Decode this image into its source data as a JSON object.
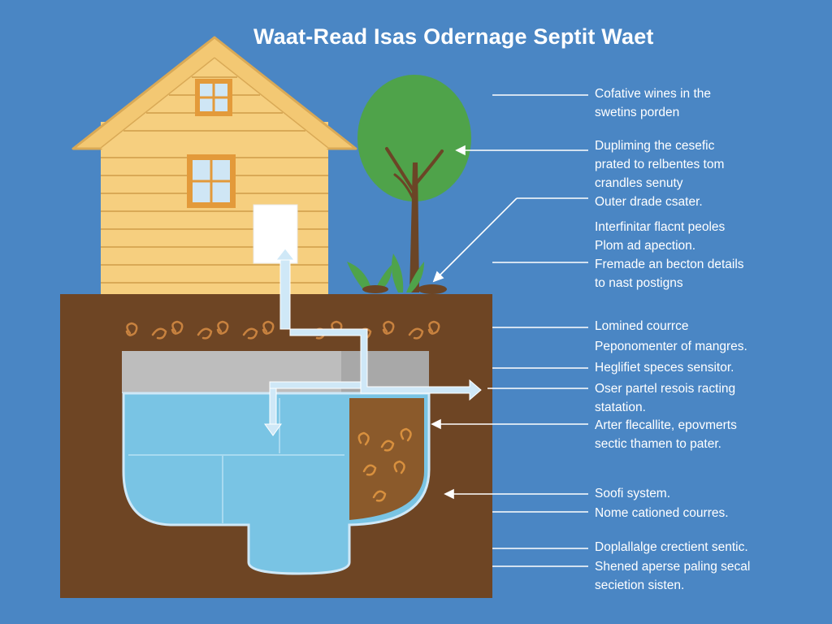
{
  "title": "Waat-Read Isas Odernage Septit Waet",
  "colors": {
    "background": "#4a86c4",
    "house_wall": "#f6cf7f",
    "house_siding": "#d9a956",
    "roof": "#f3c873",
    "window_frame": "#e39a3a",
    "window_glass": "#cfe6f5",
    "soil": "#6e4524",
    "gravel": "#bdbdbd",
    "water": "#79c4e4",
    "foliage": "#4fa34a",
    "trunk": "#6b4526",
    "pipe": "#cfe8f7"
  },
  "icons": [
    "arrow-up-icon",
    "arrow-down-icon",
    "arrow-right-icon",
    "arrow-left-icon"
  ],
  "labels": [
    {
      "lines": [
        "Cofative wines in the",
        "swetins porden"
      ]
    },
    {
      "lines": [
        "Dupliming the cesefic",
        "prated to relbentes tom",
        "crandles senuty",
        "Outer drade csater."
      ]
    },
    {
      "lines": [
        "Interfinitar flacnt peoles",
        "Plom ad apection.",
        "Fremade an becton details",
        "to nast postigns"
      ]
    },
    {
      "lines": [
        "Lomined courrce"
      ]
    },
    {
      "lines": [
        "Peponomenter of mangres."
      ]
    },
    {
      "lines": [
        "Heglifiet speces sensitor."
      ]
    },
    {
      "lines": [
        "Oser partel resois racting",
        "statation."
      ]
    },
    {
      "lines": [
        "Arter flecallite, epovmerts",
        "sectic thamen to pater."
      ]
    },
    {
      "lines": [
        "Soofi system."
      ]
    },
    {
      "lines": [
        "Nome cationed courres."
      ]
    },
    {
      "lines": [
        "Doplallalge crectient sentic."
      ]
    },
    {
      "lines": [
        "Shened aperse paling secal",
        "secietion sisten."
      ]
    }
  ]
}
